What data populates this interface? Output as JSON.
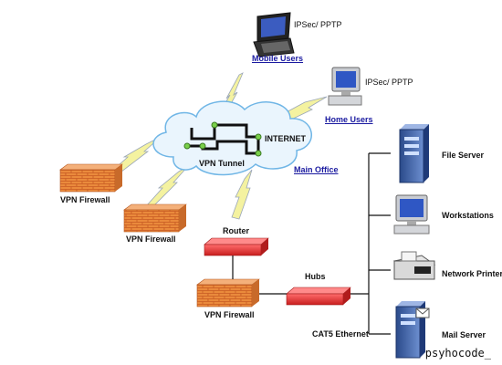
{
  "labels": {
    "mobile_proto": "IPSec/ PPTP",
    "mobile_users": "Mobile Users",
    "home_proto": "IPSec/ PPTP",
    "home_users": "Home Users",
    "internet": "INTERNET",
    "vpn_tunnel": "VPN Tunnel",
    "main_office": "Main Office",
    "firewall_1": "VPN Firewall",
    "firewall_2": "VPN Firewall",
    "firewall_3": "VPN Firewall",
    "router": "Router",
    "hubs": "Hubs",
    "cat5": "CAT5 Ethernet",
    "file_server": "File Server",
    "workstations": "Workstations",
    "network_printer": "Network Printer",
    "mail_server": "Mail Server",
    "brand": "psyhocode_"
  },
  "colors": {
    "cloud_fill": "#e8f4fc",
    "cloud_stroke": "#6fb6e8",
    "firewall_brick": "#e8843a",
    "router_red": "#e23a3a",
    "server_blue": "#3a5ea8",
    "link_blue": "#1a1aa0",
    "lightning": "#f2f08a"
  }
}
